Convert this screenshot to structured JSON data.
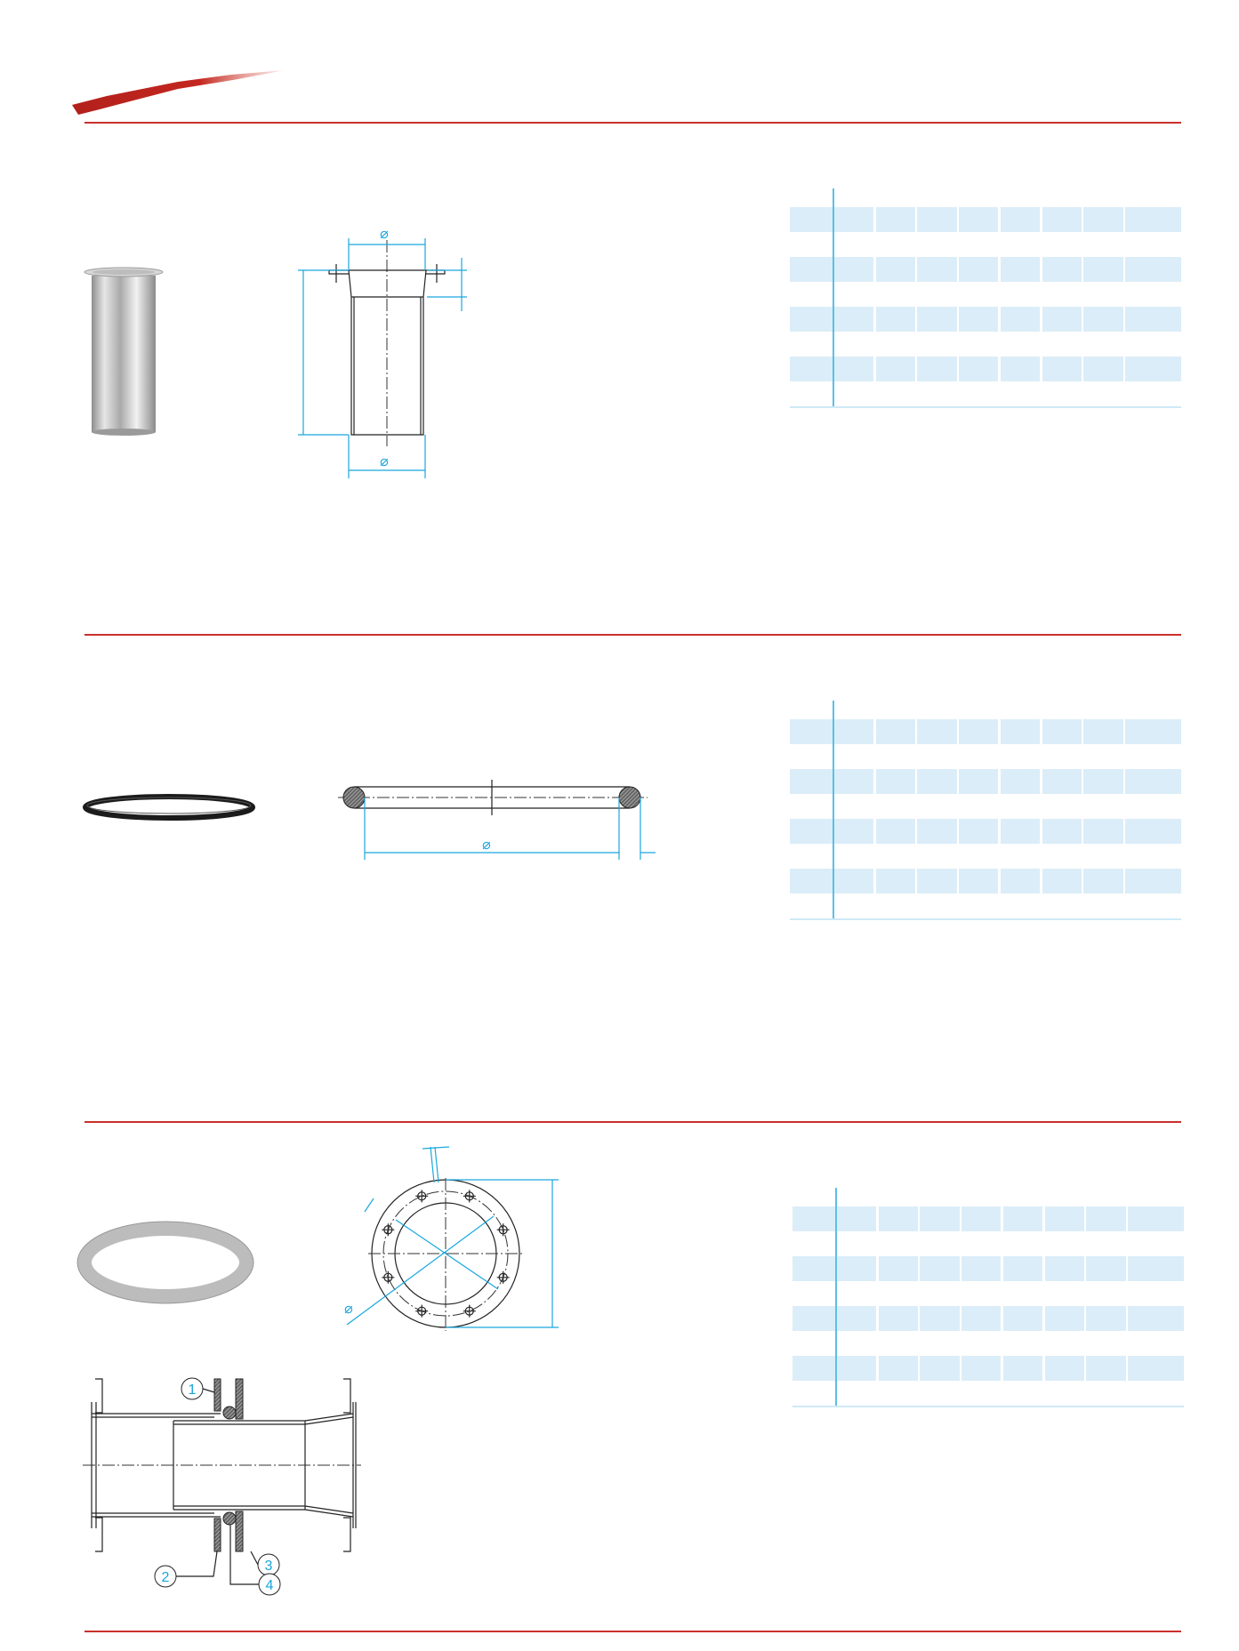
{
  "brand": {
    "accent_color": "#c9302c",
    "dimension_color": "#1aa7de",
    "table_fill": "#dbedf8"
  },
  "sections": [
    {
      "name": "spigot-tube",
      "drawing": {
        "top_diameter_symbol": "⌀",
        "bottom_diameter_symbol": "⌀"
      },
      "table": {
        "rows": 4,
        "cols": 8
      }
    },
    {
      "name": "o-ring",
      "drawing": {
        "diameter_symbol": "⌀"
      },
      "table": {
        "rows": 4,
        "cols": 8
      }
    },
    {
      "name": "flange-gasket",
      "drawing": {
        "diameter_symbol": "⌀"
      },
      "assembly": {
        "callouts": [
          "1",
          "2",
          "3",
          "4"
        ]
      },
      "table": {
        "rows": 4,
        "cols": 8
      }
    }
  ]
}
